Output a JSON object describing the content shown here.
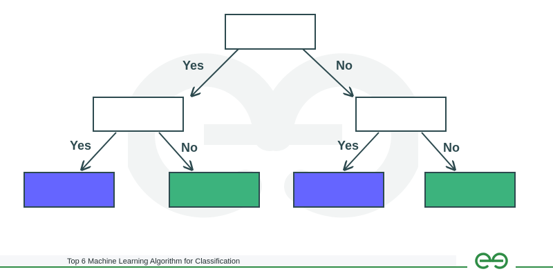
{
  "diagram": {
    "edge_labels": {
      "root_left": "Yes",
      "root_right": "No",
      "left_left": "Yes",
      "left_right": "No",
      "right_left": "Yes",
      "right_right": "No"
    },
    "colors": {
      "node_border": "#2d4a4f",
      "leaf_yes_fill": "#6565ff",
      "leaf_no_fill": "#3cb37d",
      "edge": "#2d4a4f",
      "watermark": "#f2f4f4",
      "brand_green": "#2f8d46"
    }
  },
  "footer": {
    "caption": "Top 6 Machine Learning Algorithm for Classification",
    "logo_icon": "geeksforgeeks-logo"
  }
}
